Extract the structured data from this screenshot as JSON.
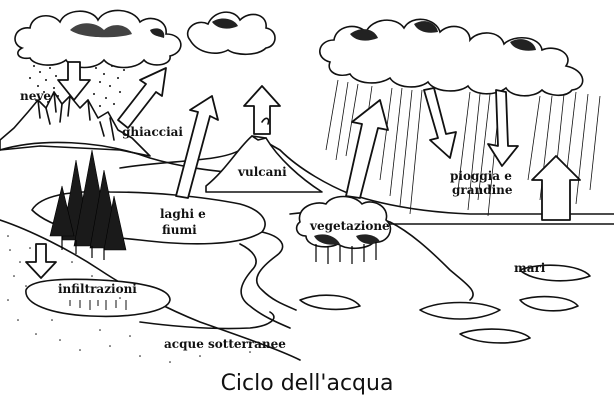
{
  "diagram": {
    "caption": "Ciclo dell'acqua",
    "labels": {
      "neve": "neve",
      "ghiacciai": "ghiacciai",
      "vulcani": "vulcani",
      "laghi_1": "laghi e",
      "laghi_2": "fiumi",
      "vegetazione": "vegetazione",
      "pioggia_1": "pioggia e",
      "pioggia_2": "grandine",
      "mari": "mari",
      "infiltrazioni": "infiltrazioni",
      "acque": "acque sotterranee"
    }
  }
}
